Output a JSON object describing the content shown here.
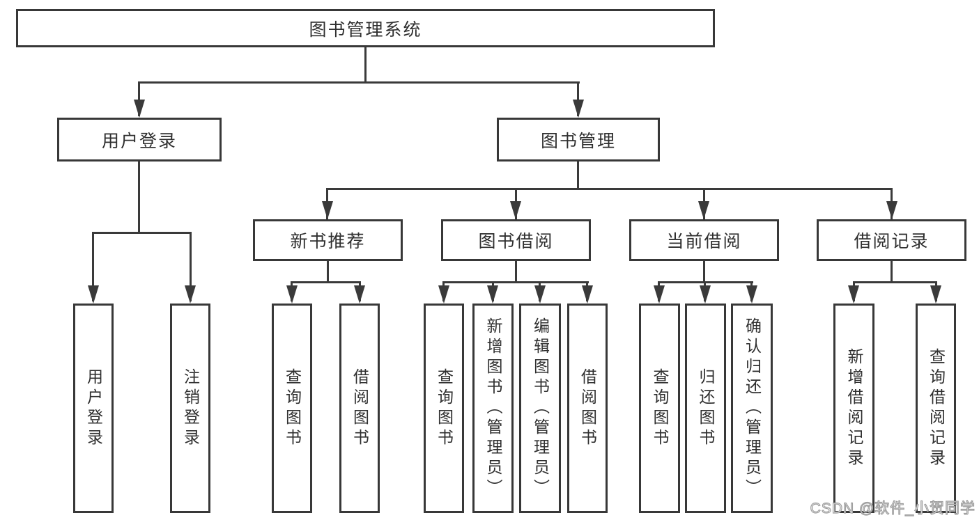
{
  "nodes": {
    "root": "图书管理系统",
    "user_login_group": "用户登录",
    "book_mgmt_group": "图书管理",
    "new_books_group": "新书推荐",
    "book_borrow_group": "图书借阅",
    "current_borrow_group": "当前借阅",
    "borrow_records_group": "借阅记录"
  },
  "leaves": {
    "user_login": [
      "用户登录",
      "注销登录"
    ],
    "new_books": [
      "查询图书",
      "借阅图书"
    ],
    "book_borrow": [
      "查询图书",
      "新增图书（管理员）",
      "编辑图书（管理员）",
      "借阅图书"
    ],
    "current_borrow": [
      "查询图书",
      "归还图书",
      "确认归还（管理员）"
    ],
    "borrow_records": [
      "新增借阅记录",
      "查询借阅记录"
    ]
  },
  "watermark": "CSDN @软件_小贺同学",
  "colors": {
    "line": "#3a3a3a",
    "border": "#383838",
    "text": "#2f2f2f",
    "background": "#ffffff",
    "watermark_fill": "#ffffff",
    "watermark_outline": "#9e9e9e"
  }
}
